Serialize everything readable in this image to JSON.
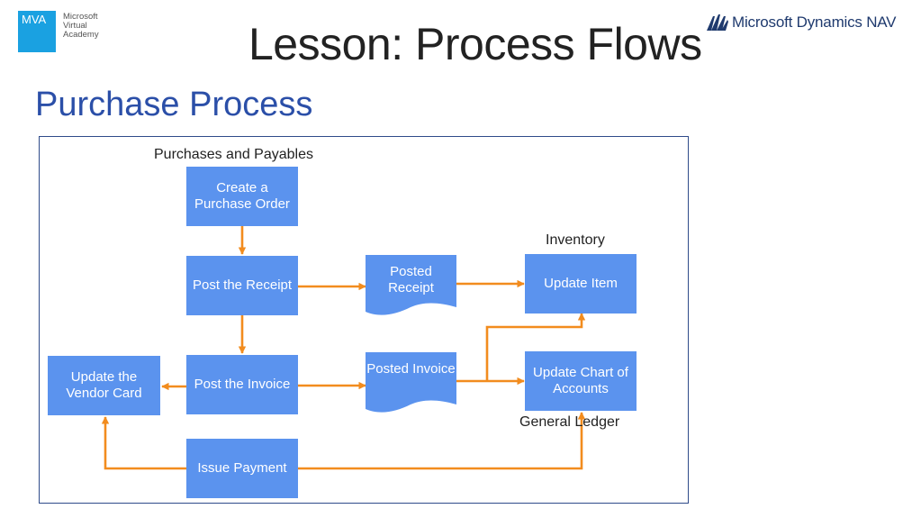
{
  "header": {
    "mva_logo": "MVA",
    "mva_name": [
      "Microsoft",
      "Virtual",
      "Academy"
    ],
    "brand": "Microsoft Dynamics NAV",
    "lesson_title": "Lesson: Process Flows"
  },
  "section_title": "Purchase Process",
  "diagram": {
    "group_labels": {
      "purchases": "Purchases and Payables",
      "inventory": "Inventory",
      "general_ledger": "General Ledger"
    },
    "nodes": {
      "create_po": "Create a Purchase Order",
      "post_receipt": "Post the Receipt",
      "posted_receipt": "Posted Receipt",
      "update_item": "Update Item",
      "post_invoice": "Post the Invoice",
      "posted_invoice": "Posted Invoice",
      "update_vendor": "Update the Vendor Card",
      "update_coa": "Update Chart of Accounts",
      "issue_payment": "Issue Payment"
    },
    "colors": {
      "node_fill": "#5b93ee",
      "arrow": "#f28c1e",
      "frame": "#2f4b8a",
      "section_title": "#2b4fa8"
    }
  }
}
